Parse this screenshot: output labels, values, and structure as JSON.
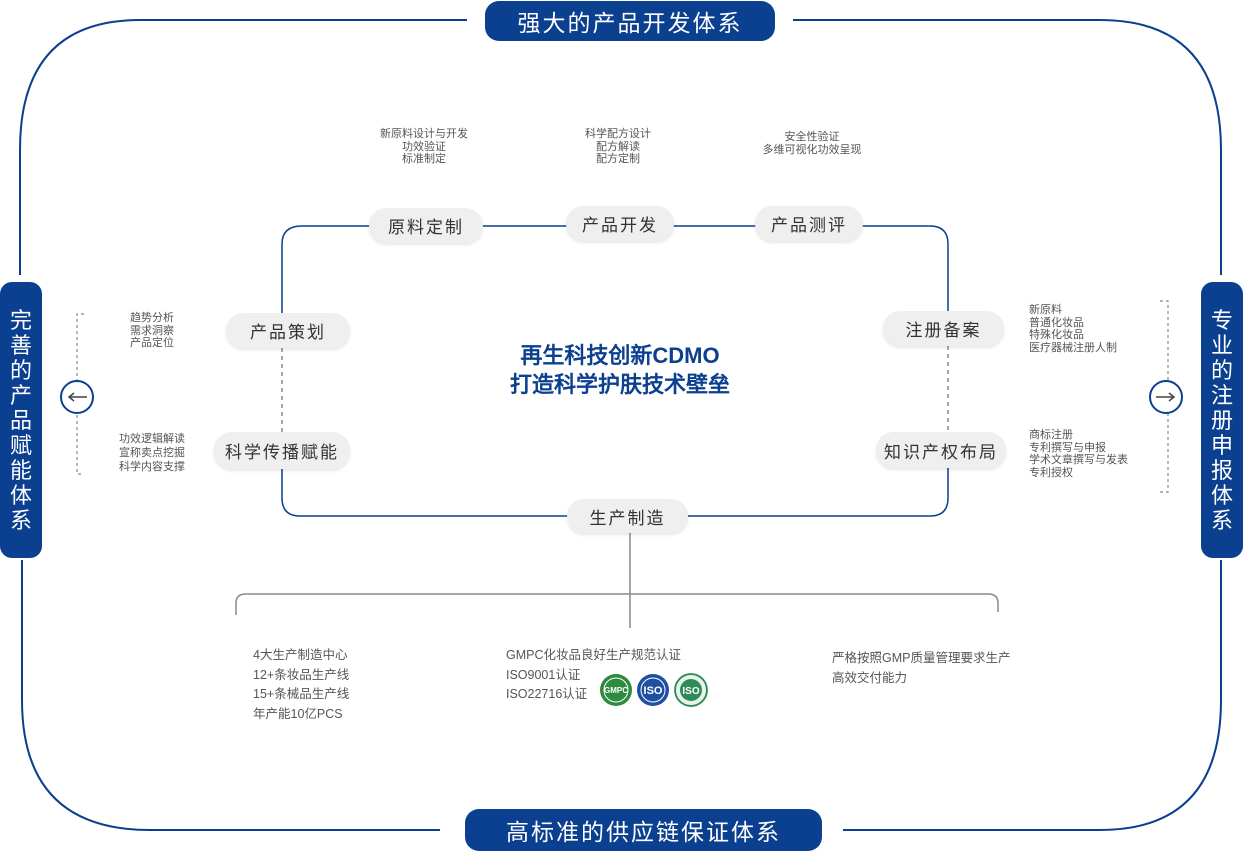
{
  "banners": {
    "top": "强大的产品开发体系",
    "bottom": "高标准的供应链保证体系",
    "left": [
      "完",
      "善",
      "的",
      "产",
      "品",
      "赋",
      "能",
      "体",
      "系"
    ],
    "right": [
      "专",
      "业",
      "的",
      "注",
      "册",
      "申",
      "报",
      "体",
      "系"
    ]
  },
  "slogan": [
    "再生科技创新CDMO",
    "打造科学护肤技术壁垒"
  ],
  "nodes": {
    "raw_material": "原料定制",
    "product_dev": "产品开发",
    "product_eval": "产品测评",
    "planning": "产品策划",
    "comm": "科学传播赋能",
    "registration": "注册备案",
    "ip": "知识产权布局",
    "manufacturing": "生产制造"
  },
  "notes": {
    "raw_material": [
      "新原料设计与开发",
      "功效验证",
      "标准制定"
    ],
    "product_dev": [
      "科学配方设计",
      "配方解读",
      "配方定制"
    ],
    "product_eval": [
      "安全性验证",
      "多维可视化功效呈现"
    ],
    "planning": [
      "趋势分析",
      "需求洞察",
      "产品定位"
    ],
    "comm": [
      "功效逻辑解读",
      "宣称卖点挖掘",
      "科学内容支撑"
    ],
    "registration": [
      "新原料",
      "普通化妆品",
      "特殊化妆品",
      "医疗器械注册人制"
    ],
    "ip": [
      "商标注册",
      "专利撰写与申报",
      "学术文章撰写与发表",
      "专利授权"
    ]
  },
  "manufacturing_details": {
    "col1": [
      "4大生产制造中心",
      "12+条妆品生产线",
      "15+条械品生产线",
      "年产能10亿PCS"
    ],
    "col2": [
      "GMPC化妆品良好生产规范认证",
      "ISO9001认证",
      "ISO22716认证"
    ],
    "col3": [
      "严格按照GMP质量管理要求生产",
      "高效交付能力"
    ]
  },
  "cert_badges": [
    {
      "icon": "gmpc-badge-icon",
      "text": "GMPC",
      "color": "#2e8b3e"
    },
    {
      "icon": "iso9001-badge-icon",
      "text": "ISO",
      "color": "#1f4fa3"
    },
    {
      "icon": "iso22716-badge-icon",
      "text": "ISO",
      "color": "#2e8b5a"
    }
  ],
  "colors": {
    "brand": "#0b3f8f",
    "pill_bg": "#efefef"
  },
  "icons": {
    "left_arrow": "arrow-left-icon",
    "right_arrow": "arrow-right-icon"
  }
}
